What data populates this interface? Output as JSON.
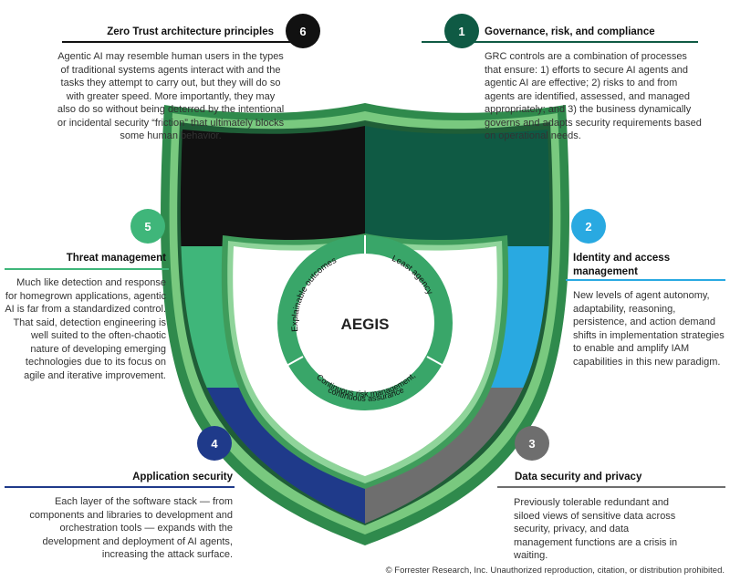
{
  "colors": {
    "governance": "#0f5a44",
    "identity": "#29a9e1",
    "data": "#6e6e6e",
    "application": "#1f3a8a",
    "threat": "#3fb67a",
    "zerotrust": "#111111",
    "shield_outer": "#2f8a4c",
    "shield_rim": "#79c97f",
    "ring": "#39a669"
  },
  "center": {
    "label": "AEGIS",
    "arcs": [
      "Explainable outcomes",
      "Least agency",
      "Continuous risk management,",
      "continuous assurance"
    ]
  },
  "sections": [
    {
      "num": "1",
      "title": "Governance, risk, and compliance",
      "text": "GRC controls are a combination of processes that ensure: 1) efforts to secure AI agents and agentic AI are effective; 2) risks to and from agents are identified, assessed, and managed appropriately; and 3) the business dynamically governs and adapts security requirements based on operational needs."
    },
    {
      "num": "2",
      "title": "Identity and access management",
      "text": "New levels of agent autonomy, adaptability, reasoning, persistence, and action demand shifts in implementation strategies to enable and amplify IAM capabilities in this new paradigm."
    },
    {
      "num": "3",
      "title": "Data security and privacy",
      "text": "Previously tolerable redundant and siloed views of sensitive data across security, privacy, and data management functions are a crisis in waiting."
    },
    {
      "num": "4",
      "title": "Application security",
      "text": "Each layer of the software stack — from components and libraries to development and orchestration tools — expands with the development and deployment of AI agents, increasing the attack surface."
    },
    {
      "num": "5",
      "title": "Threat management",
      "text": "Much like detection and response for homegrown applications, agentic AI is far from a standardized control. That said, detection engineering is well suited to the often-chaotic nature of developing emerging technologies due to its focus on agile and iterative improvement."
    },
    {
      "num": "6",
      "title": "Zero Trust architecture principles",
      "text": "Agentic AI may resemble human users in the types of traditional systems agents interact with and the tasks they attempt to carry out, but they will do so with greater speed. More importantly, they may also do so without being deterred by the intentional or incidental security “friction” that ultimately blocks some human behavior."
    }
  ],
  "footer": "© Forrester Research, Inc. Unauthorized reproduction, citation, or distribution prohibited."
}
